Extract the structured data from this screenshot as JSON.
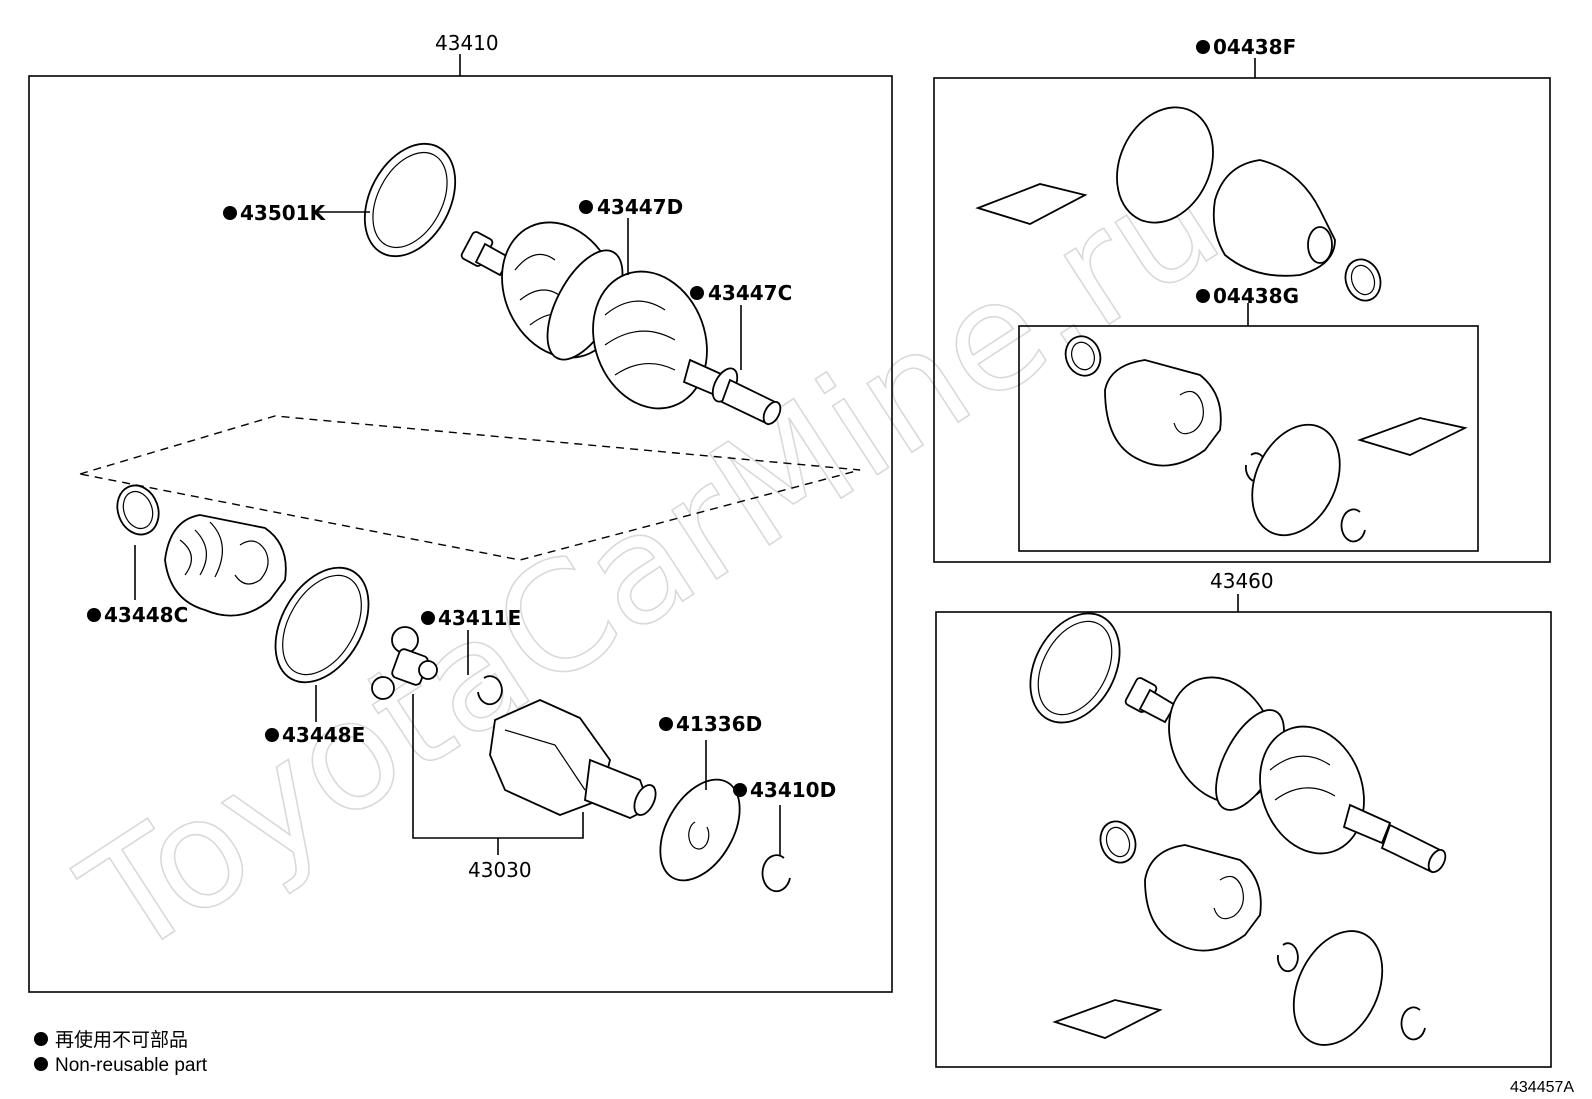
{
  "watermark": "ToyotaCarMine.ru",
  "assemblies": {
    "left_box": {
      "part_number": "43410"
    },
    "right_top_box": {
      "part_number": "04438F",
      "sub_kit": "04438G"
    },
    "right_bottom_box": {
      "part_number": "43460"
    }
  },
  "part_labels": {
    "p43501K": "43501K",
    "p43447D": "43447D",
    "p43447C": "43447C",
    "p43448C": "43448C",
    "p43411E": "43411E",
    "p43448E": "43448E",
    "p41336D": "41336D",
    "p43410D": "43410D",
    "p43030": "43030"
  },
  "legend": {
    "line_cn": "再使用不可部品",
    "line_en": "Non-reusable part"
  },
  "figure_code": "434457A"
}
